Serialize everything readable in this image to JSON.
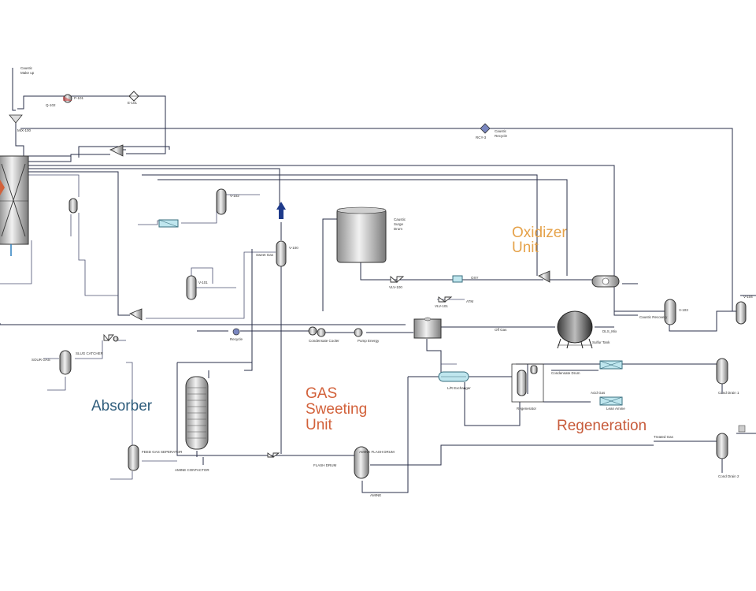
{
  "colors": {
    "oxidizer": "#e5a24a",
    "absorber": "#2f5d7c",
    "gas_sweeting": "#d2613a",
    "regeneration": "#c75a3a",
    "reactor_mark": "#d2613a"
  },
  "section_labels": {
    "oxidizer_line1": "Oxidizer",
    "oxidizer_line2": "Unit",
    "absorber": "Absorber",
    "gas_sweeting_line1": "GAS",
    "gas_sweeting_line2": "Sweeting",
    "gas_sweeting_line3": "Unit",
    "regeneration": "Regeneration"
  },
  "stream_labels": {
    "caustic_makeup_1": "Caustic",
    "caustic_makeup_2": "Make up",
    "p101": "P-101",
    "e101": "E-101",
    "q102": "Q-102",
    "mix100": "MIX-100",
    "caustic_recycle_1": "Caustic",
    "caustic_recycle_2": "Recycle",
    "rcy3": "RCY-3",
    "caustic_surge_1": "Caustic",
    "caustic_surge_2": "Surge",
    "caustic_surge_3": "Drum",
    "v100": "V-100",
    "v104": "V-104",
    "v101": "V-101",
    "v102": "V-102",
    "v103": "V-103",
    "absorber_contactor": "AMINE CONTACTOR",
    "sour_gas": "SOUR GAS",
    "slug_catcher": "SLUG CATCHER",
    "feed_gas_sep": "FEED GAS SEPERATOR",
    "flash_drum": "FLASH DRUM",
    "amine_flash_drum": "AMINE FLASH DRUM",
    "lr_exchanger": "L/R Exchanger",
    "regenerator": "Regenerator",
    "acid_gas": "Acid Gas",
    "condensate_drum": "Condensate Drum",
    "lean_amine": "Lean Amine",
    "dsl_mixer": "DLS_Mix",
    "amine": "AMINE",
    "sweet_gas": "Sweet Gas",
    "treated_gas": "Treated Gas",
    "recycle": "Recycle",
    "sulfur_cap": "Sulfur Tank",
    "condensate_cooler": "Condensate Cooler",
    "pump_energy": "Pump Energy",
    "vlv100": "VLV-100",
    "vlv101": "VLV-101",
    "atm": "ATM",
    "pure_oxygen": "OXY",
    "off_gas": "Off Gas",
    "cond_drain1": "Cond Drain 1",
    "cond_drain2": "Cond Drain 2",
    "caustic_recovery": "Caustic Recovery"
  }
}
